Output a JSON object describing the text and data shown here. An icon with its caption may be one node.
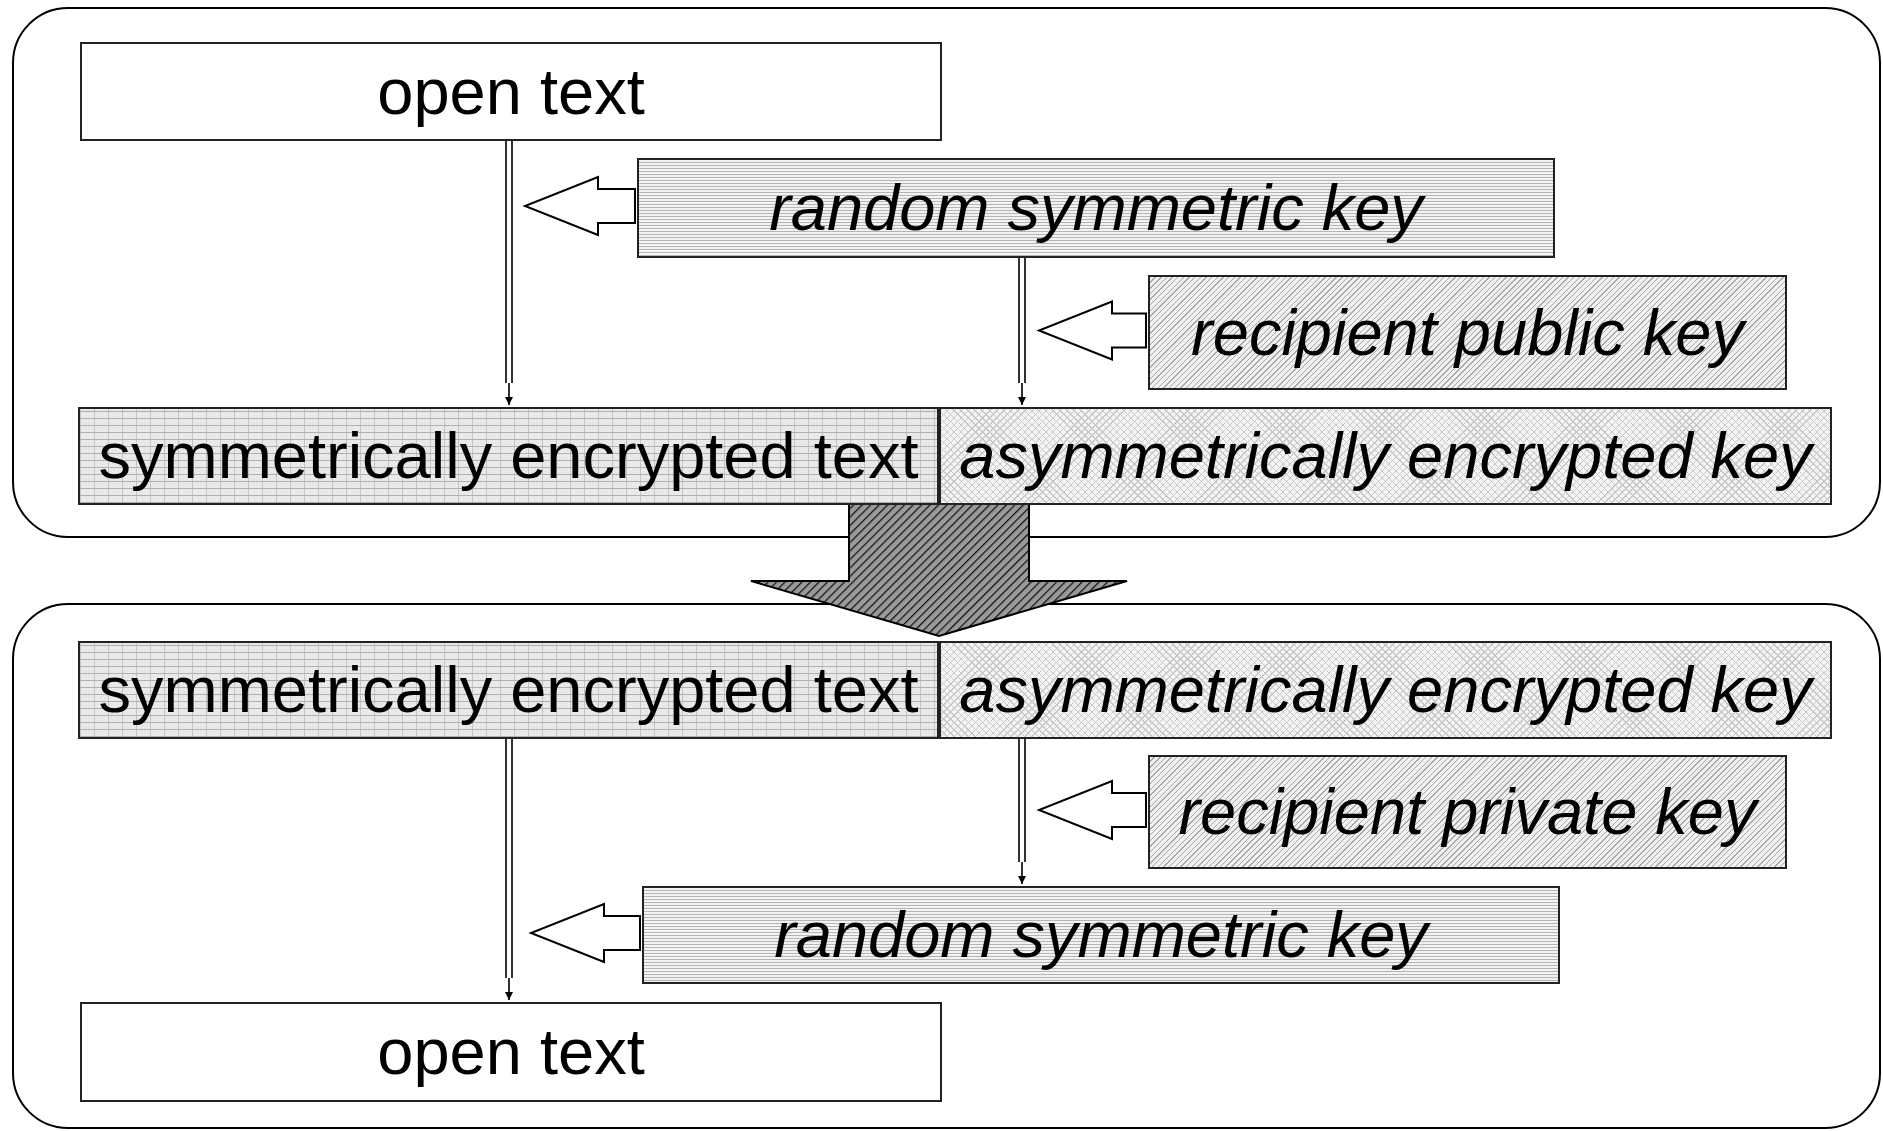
{
  "diagram": {
    "nodes": [
      {
        "text": [],
        "shape": "box"
      },
      {
        "text": [
          "open text"
        ],
        "in": 0
      },
      {
        "text": [
          "random symmetric key"
        ],
        "in": 0
      },
      {
        "text": [
          "recipient public key"
        ],
        "in": 0
      },
      {
        "text": [
          "symmetrically encrypted text"
        ],
        "in": 0
      },
      {
        "text": [
          "asymmetrically encrypted key"
        ],
        "in": 0
      },
      {
        "text": [],
        "shape": "box"
      },
      {
        "text": [
          "symmetrically encrypted text"
        ],
        "in": 6
      },
      {
        "text": [
          "asymmetrically encrypted key"
        ],
        "in": 6
      },
      {
        "text": [
          "recipient private key"
        ],
        "in": 6
      },
      {
        "text": [
          "random symmetric key"
        ],
        "in": 6
      },
      {
        "text": [
          "open text"
        ],
        "in": 6
      }
    ],
    "edges": [
      {
        "from": 1,
        "to": 4,
        "arrow": "to"
      },
      {
        "from": 2,
        "to": null,
        "arrow": "to"
      },
      {
        "from": 2,
        "to": 5,
        "arrow": "to"
      },
      {
        "from": 3,
        "to": null,
        "arrow": "to"
      },
      {
        "from": 0,
        "to": 6,
        "arrow": "to",
        "style": "thick"
      },
      {
        "from": 7,
        "to": 11,
        "arrow": "to"
      },
      {
        "from": 8,
        "to": 10,
        "arrow": "to"
      },
      {
        "from": 9,
        "to": null,
        "arrow": "to"
      },
      {
        "from": 10,
        "to": null,
        "arrow": "to"
      }
    ]
  }
}
